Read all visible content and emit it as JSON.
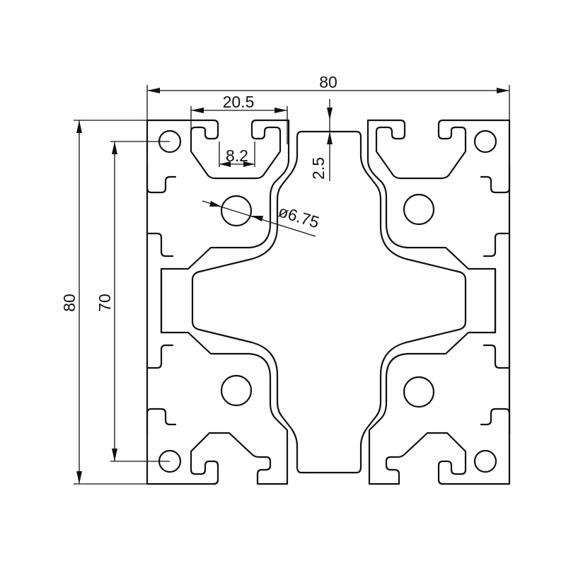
{
  "drawing": {
    "dimensions": {
      "overall_width": "80",
      "overall_height": "80",
      "hole_spacing": "70",
      "slot_width": "20.5",
      "slot_opening": "8.2",
      "wall_thickness": "2.5",
      "hole_diameter": "ø6.75"
    },
    "line_color": "#111111",
    "background": "#ffffff"
  }
}
